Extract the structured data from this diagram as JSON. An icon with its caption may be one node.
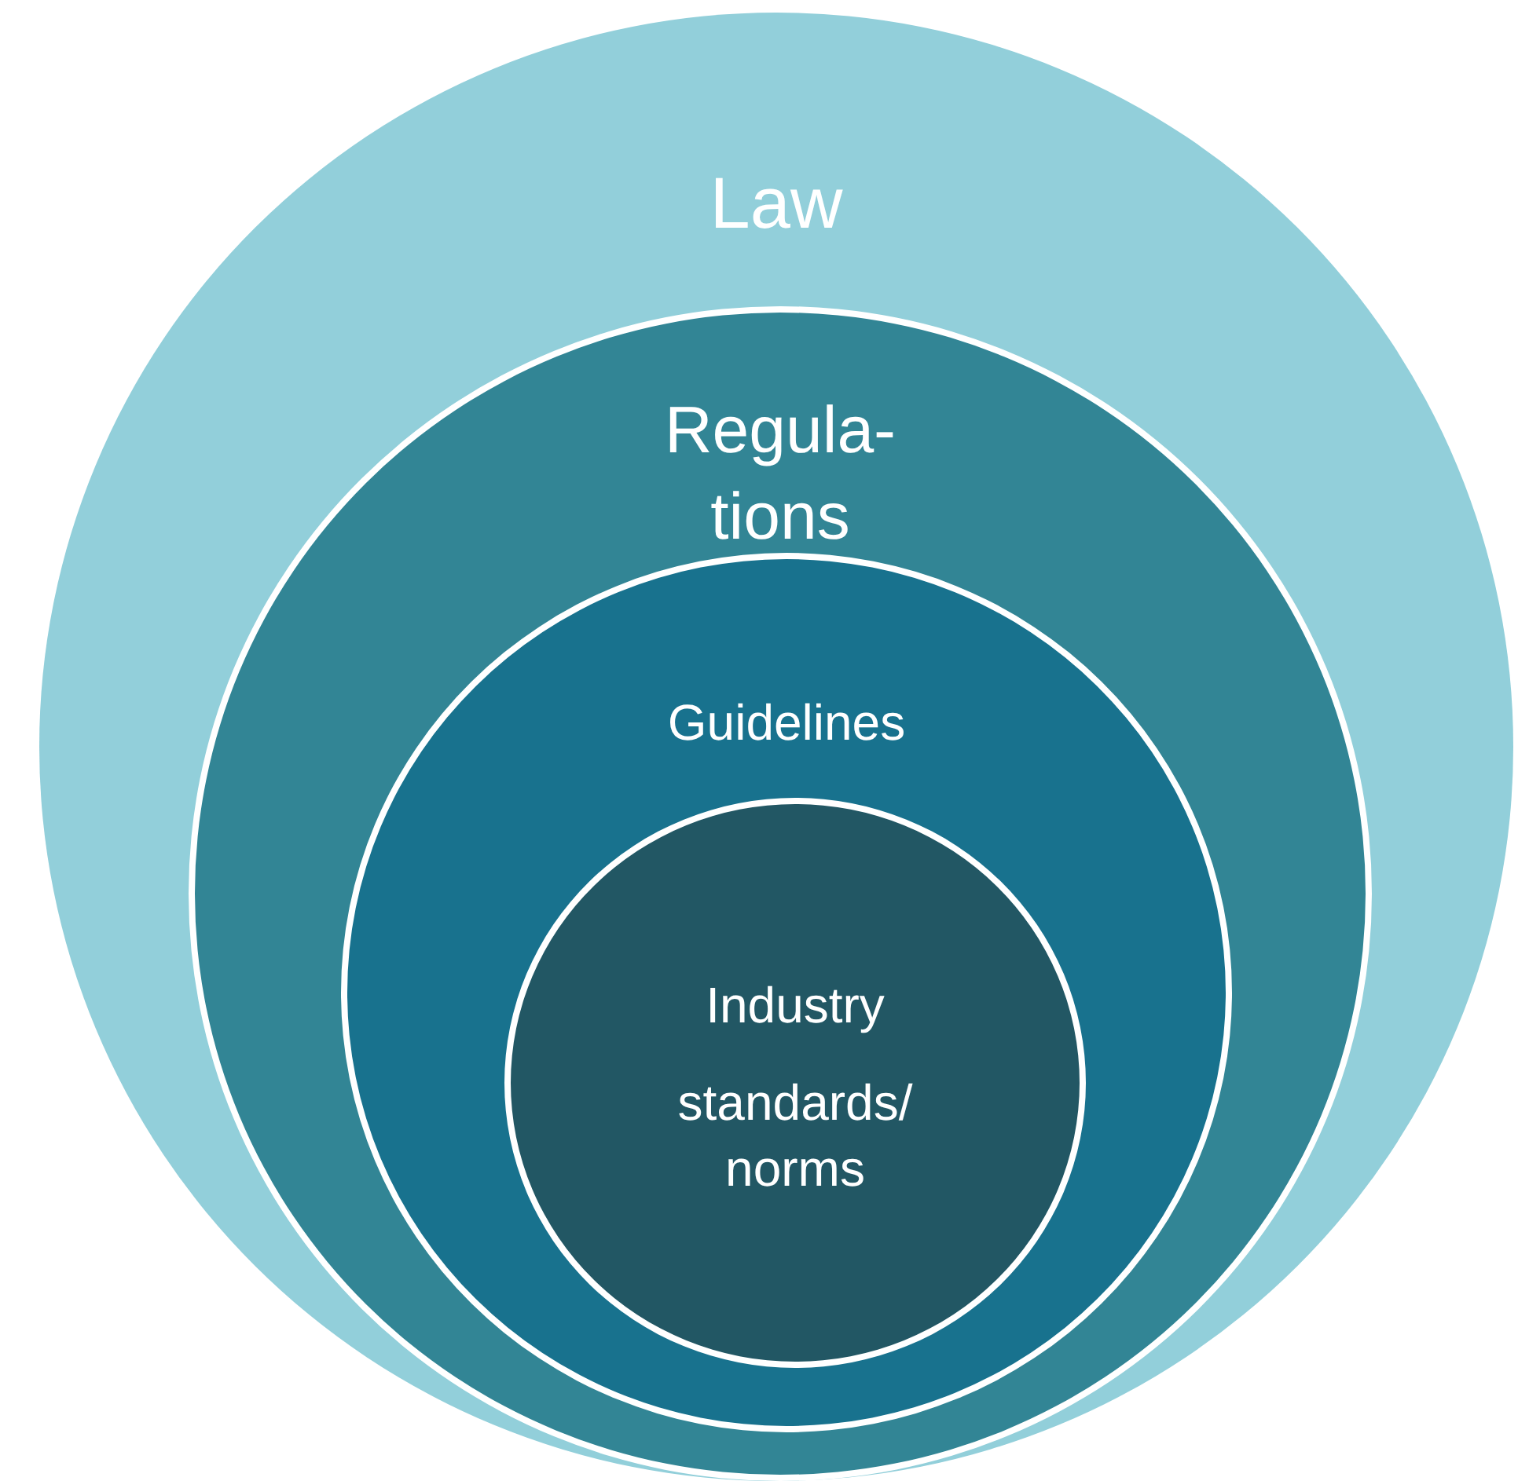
{
  "diagram": {
    "nodes": [
      {
        "text": [
          "Law"
        ]
      },
      {
        "text": [
          "Regula- tions"
        ],
        "in": 0
      },
      {
        "text": [
          "Guidelines"
        ],
        "in": 1
      },
      {
        "text": [
          "Industry",
          "standards/ norms"
        ],
        "in": 2
      }
    ]
  }
}
